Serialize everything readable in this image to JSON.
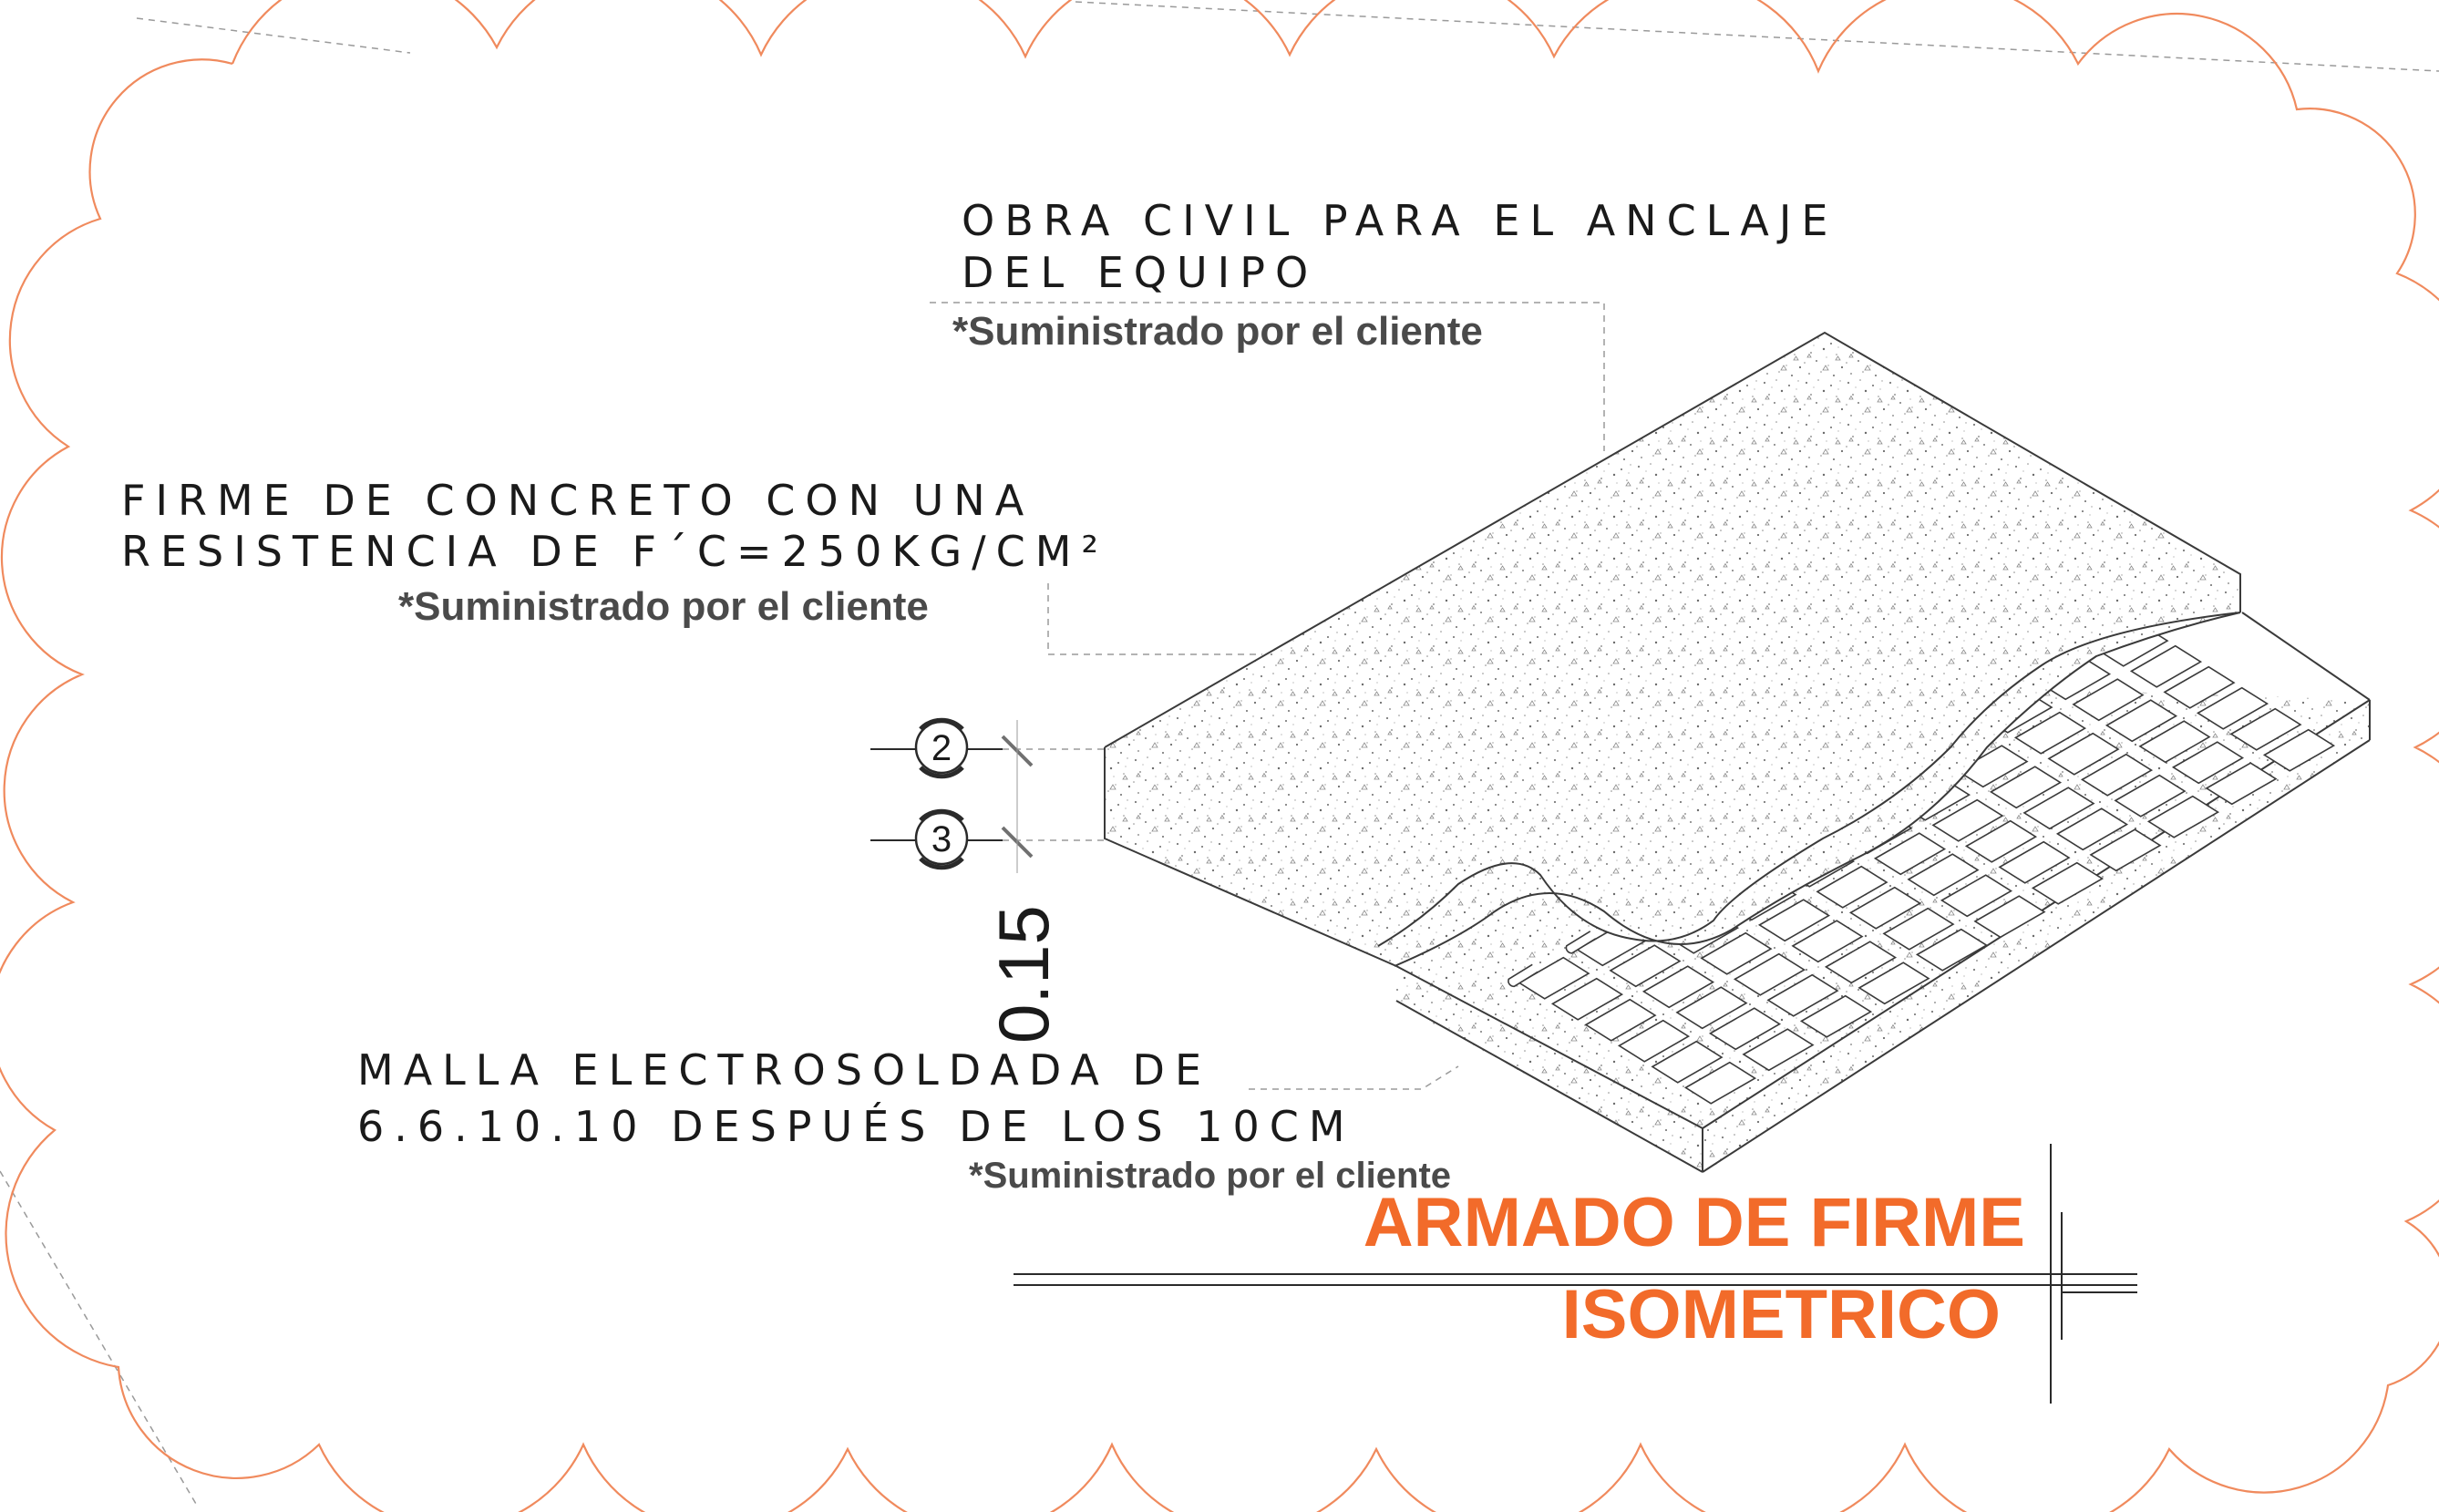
{
  "labels": {
    "obra_line1": "OBRA CIVIL PARA EL ANCLAJE",
    "obra_line2": "DEL EQUIPO",
    "obra_note": "*Suministrado por el cliente",
    "firme_line1": "FIRME DE CONCRETO CON UNA",
    "firme_line2": "RESISTENCIA DE F´C=250KG/CM²",
    "firme_note": "*Suministrado por el cliente",
    "malla_line1": "MALLA ELECTROSOLDADA DE",
    "malla_line2": "6.6.10.10 DESPUÉS DE LOS 10CM",
    "malla_note": "*Suministrado por el cliente"
  },
  "markers": {
    "top": "2",
    "bottom": "3"
  },
  "dimension": {
    "thickness": "0.15"
  },
  "title_block": {
    "title": "ARMADO DE FIRME",
    "subtitle": "ISOMETRICO"
  },
  "colors": {
    "revision_cloud": "#f08a5d",
    "title_text": "#f26b2a",
    "linework": "#3a3a3a"
  }
}
